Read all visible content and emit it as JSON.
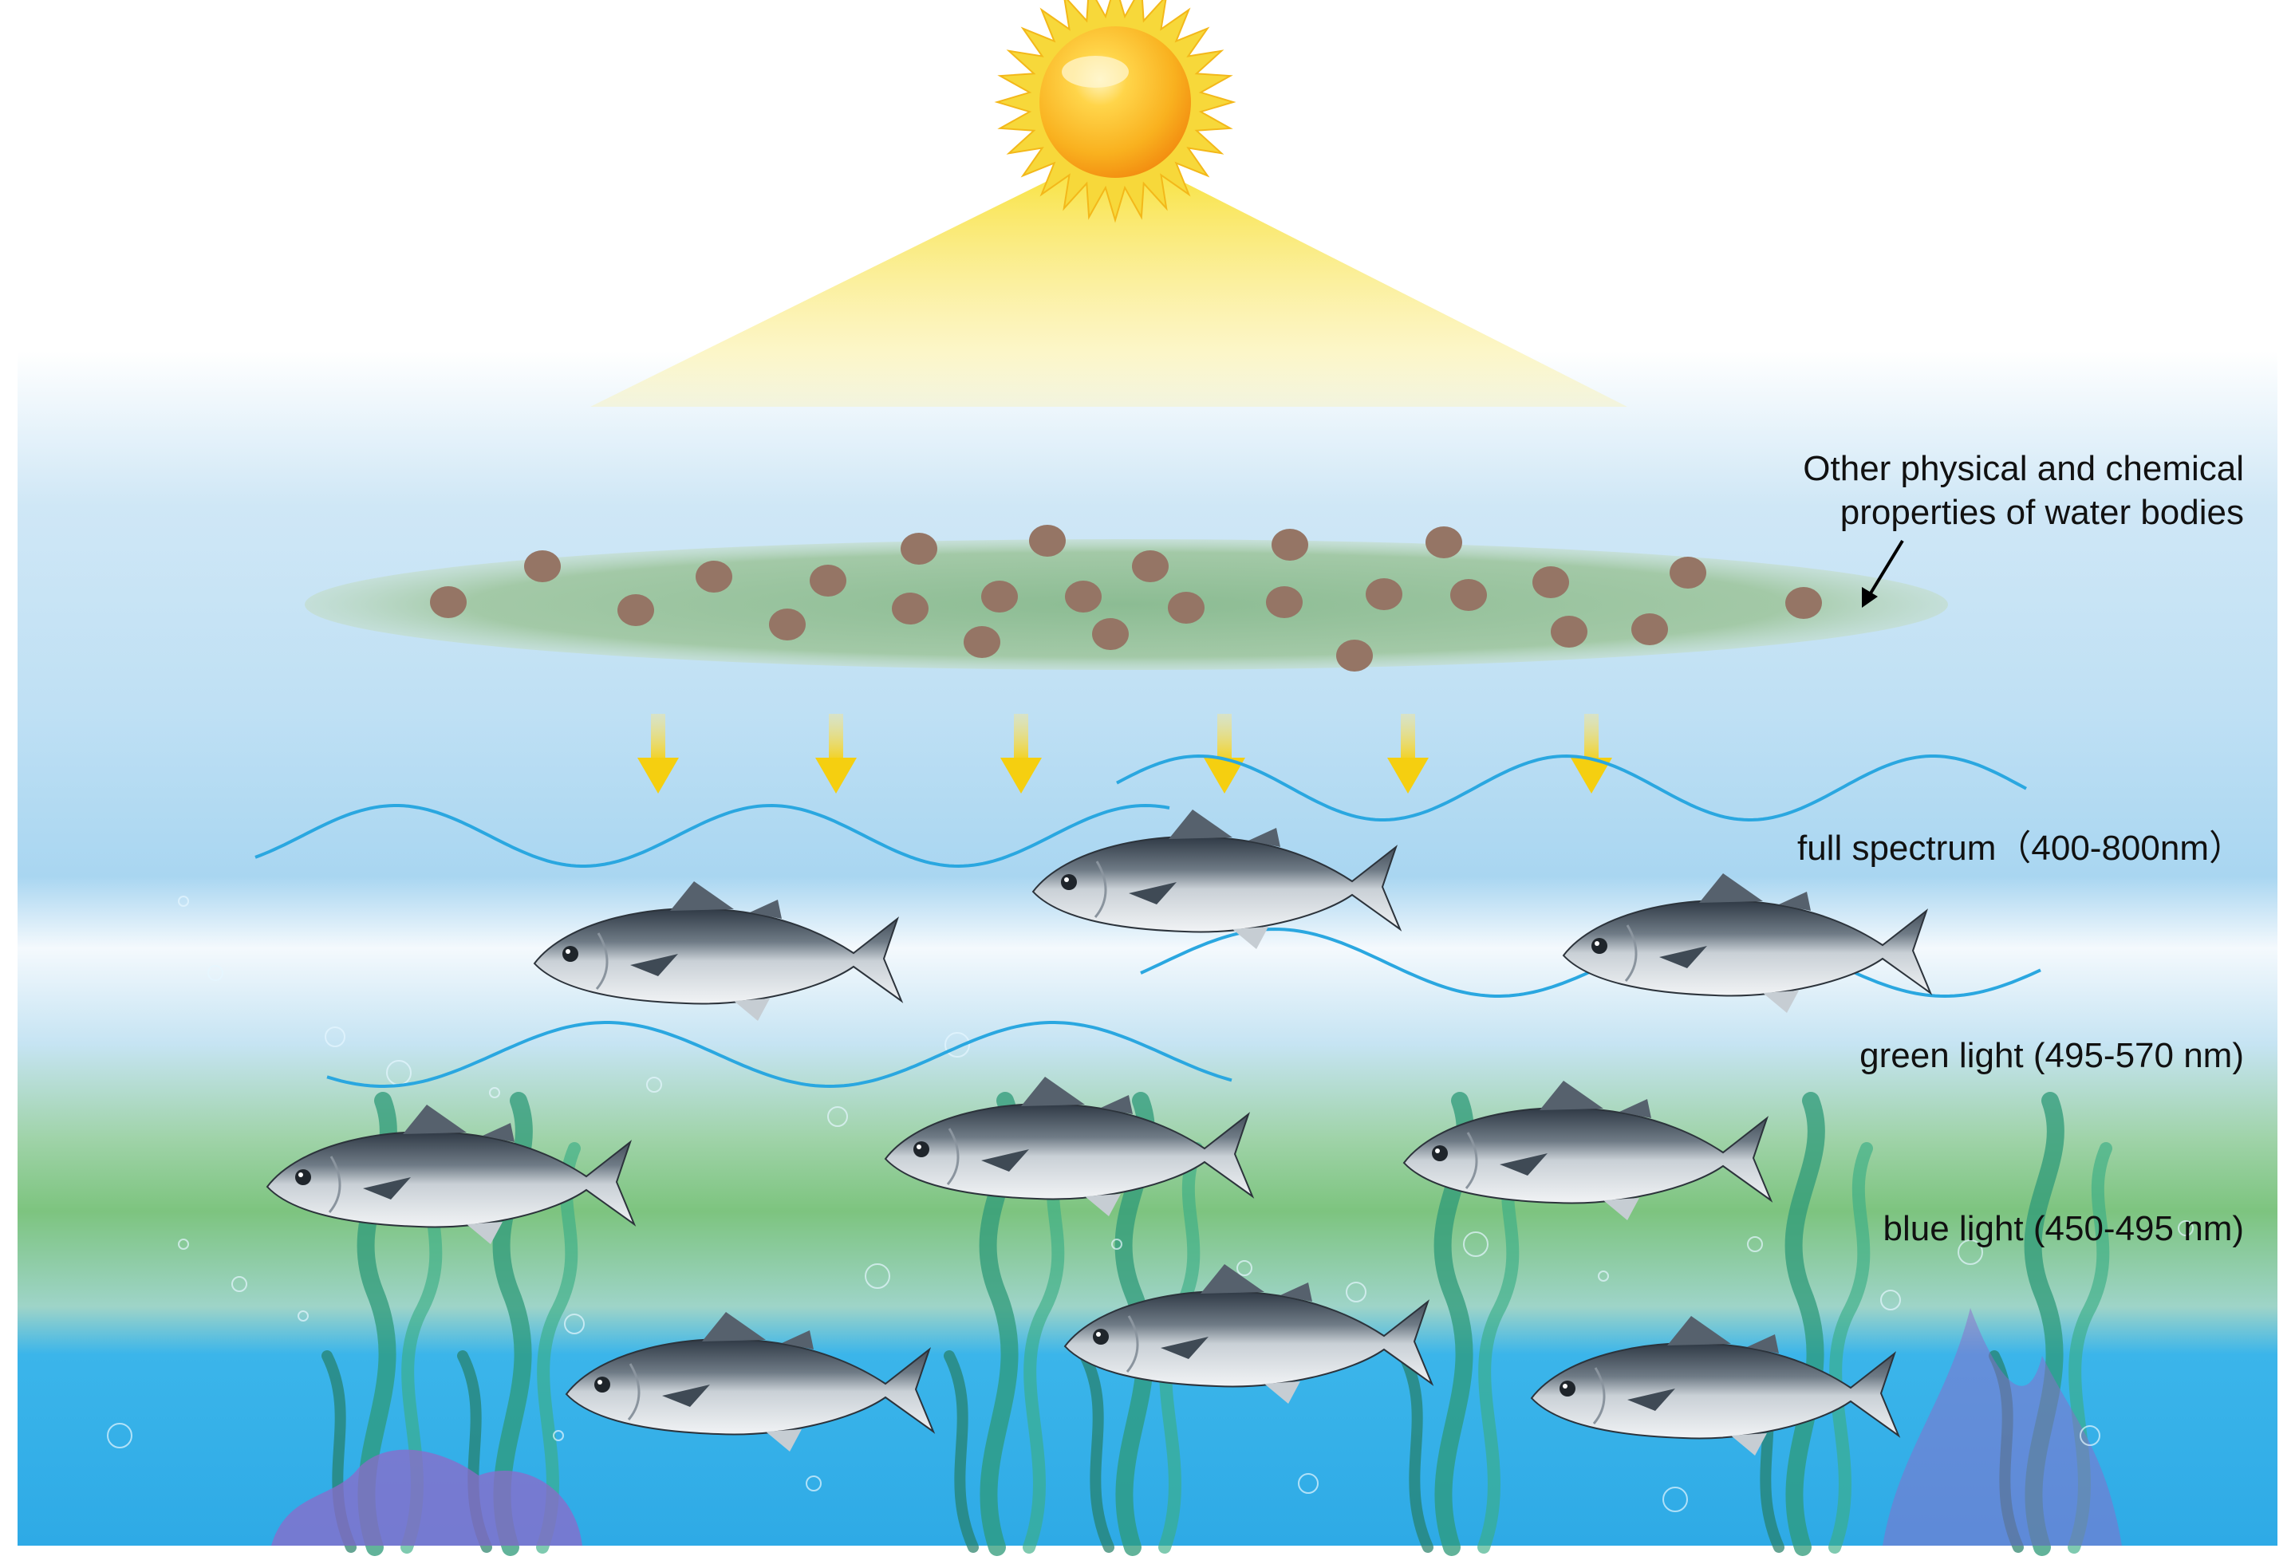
{
  "labels": {
    "particles": [
      "Other physical and chemical",
      "properties of water bodies"
    ],
    "full_spectrum": "full spectrum（400-800nm）",
    "green_light": "green light (495-570 nm)",
    "blue_light": "blue light (450-495 nm)"
  },
  "colors": {
    "sun": "#F9B11F",
    "sun_rays": "#F7DD3A",
    "sunlight_beam": "#F8E25A",
    "suspended_layer": "#9DC3A2",
    "particle": "#957565",
    "arrow": "#F5D112",
    "wave": "#2AA7E0",
    "green_band": "#7DC47F",
    "deep_water": "#31B2EA",
    "seaweed": "#2E9A78",
    "coral": "#8D69C9",
    "fish_back": "#3F4A55",
    "fish_belly": "#EEF1F3"
  },
  "icons": {
    "sun": "sun-icon",
    "particle": "particle-icon",
    "arrow": "arrow-down-icon",
    "fish": "tuna-fish-icon",
    "seaweed": "seaweed-icon",
    "coral": "coral-icon"
  }
}
